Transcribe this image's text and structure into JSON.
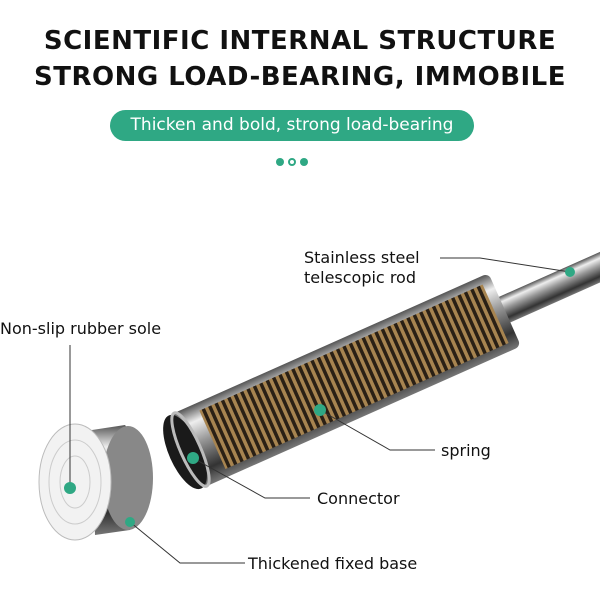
{
  "heading": {
    "line1": "SCIENTIFIC INTERNAL STRUCTURE",
    "line2": "STRONG LOAD-BEARING, IMMOBILE"
  },
  "badge": "Thicken and bold, strong load-bearing",
  "carousel": {
    "count": 3,
    "active": 1
  },
  "labels": {
    "rod_line1": "Stainless steel",
    "rod_line2": "telescopic rod",
    "sole": "Non-slip rubber sole",
    "spring": "spring",
    "connector": "Connector",
    "base": "Thickened fixed base"
  },
  "colors": {
    "accent": "#2fa884",
    "spring": "#8a6a3a"
  }
}
